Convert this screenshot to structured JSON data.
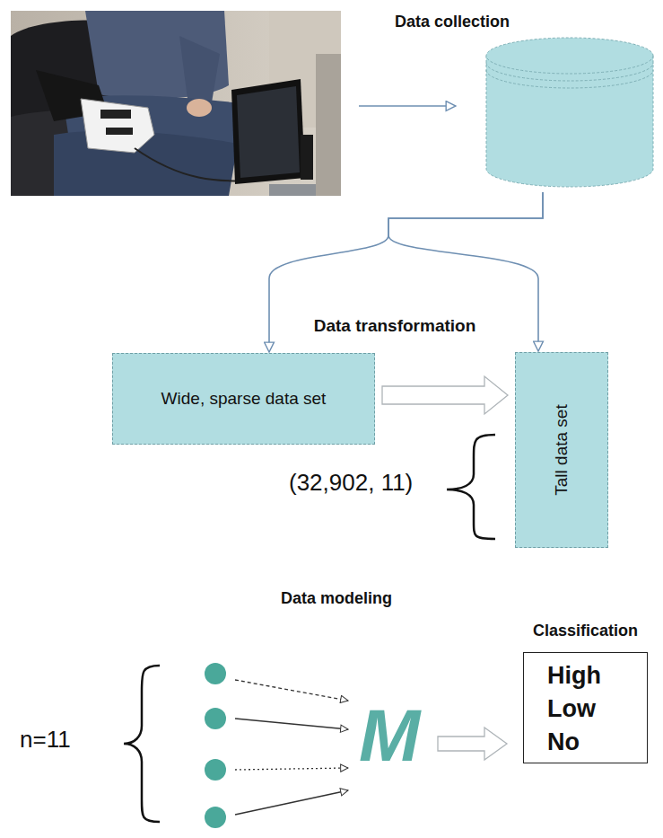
{
  "diagram": {
    "nodes": [
      {
        "text": [
          "Data collection"
        ]
      },
      {
        "text": [
          "Wide, sparse data set"
        ]
      },
      {
        "text": [
          "Tall data set"
        ]
      },
      {
        "text": [
          "Classification",
          "High",
          "Low",
          "No"
        ]
      }
    ],
    "edges": [
      {
        "from": 0,
        "to": 1,
        "arrow": "to"
      },
      {
        "from": 0,
        "to": 2,
        "arrow": "to"
      },
      {
        "from": 1,
        "to": 2,
        "arrow": "to"
      }
    ],
    "labels": [
      "Data transformation",
      "(32,902, 11)",
      "Data modeling",
      "n=11",
      "M"
    ]
  }
}
